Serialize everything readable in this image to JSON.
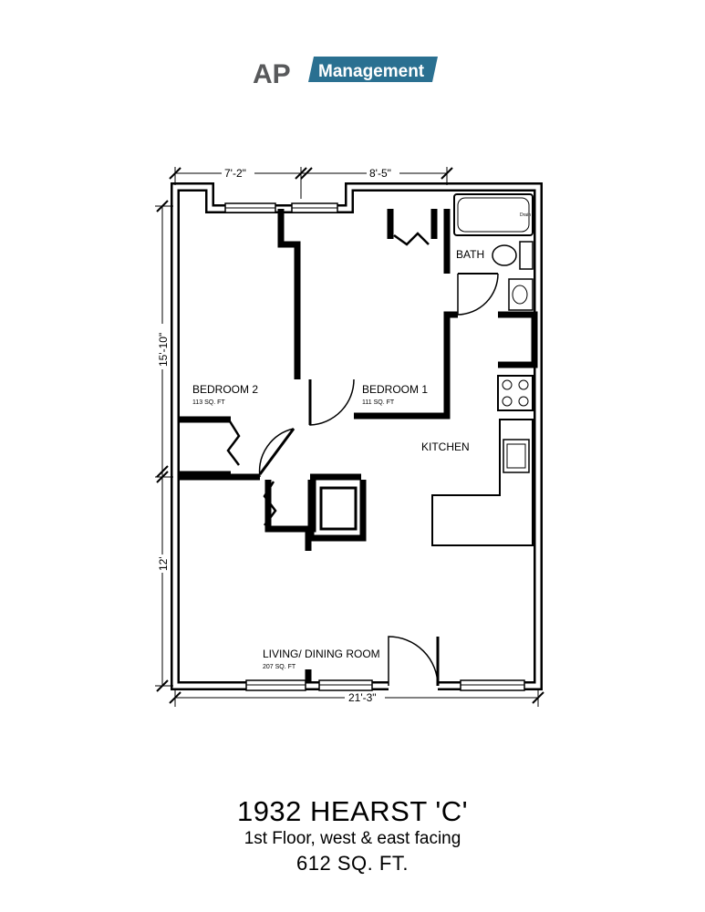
{
  "brand": {
    "logo_ap": "AP",
    "logo_management": "Management",
    "accent_color": "#2a7091",
    "logo_ap_color": "#58595b"
  },
  "dimensions": {
    "top_left": "7'-2\"",
    "top_right": "8'-5\"",
    "left_upper": "15'-10\"",
    "left_lower": "12'",
    "bottom": "21'-3\""
  },
  "rooms": {
    "bedroom2": {
      "name": "BEDROOM 2",
      "area": "113 SQ. FT"
    },
    "bedroom1": {
      "name": "BEDROOM 1",
      "area": "111 SQ. FT"
    },
    "bath": {
      "name": "BATH"
    },
    "kitchen": {
      "name": "KITCHEN"
    },
    "living": {
      "name": "LIVING/ DINING ROOM",
      "area": "207 SQ. FT"
    }
  },
  "fixtures": {
    "tub_label": "Drain"
  },
  "title": {
    "main": "1932 HEARST 'C'",
    "sub": "1st Floor, west & east facing",
    "area": "612 SQ. FT."
  }
}
